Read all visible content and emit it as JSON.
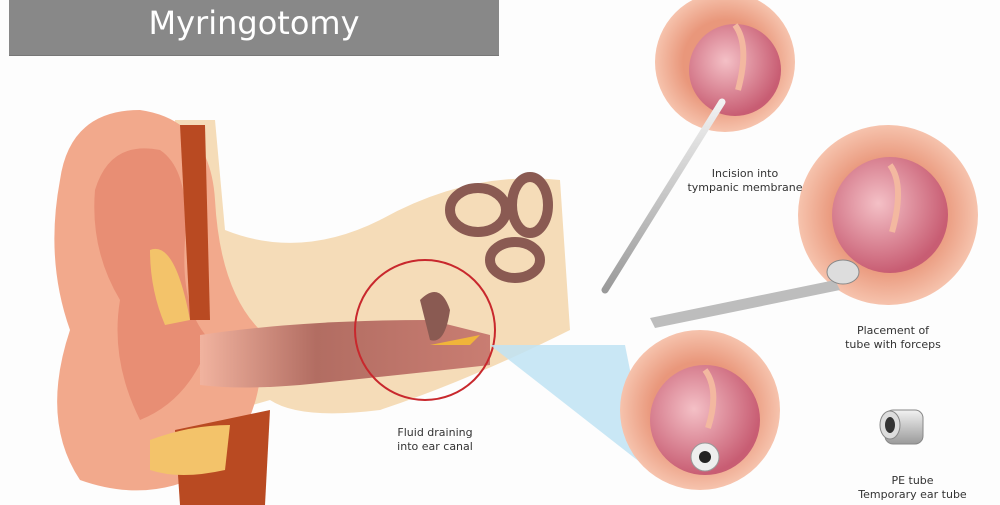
{
  "title": "Myringotomy",
  "labels": {
    "incision": [
      "Incision into",
      "tympanic membrane"
    ],
    "placement": [
      "Placement of",
      "tube with forceps"
    ],
    "fluid": [
      "Fluid draining",
      "into ear canal"
    ],
    "pe_tube": [
      "PE tube",
      "Temporary ear tube"
    ]
  },
  "colors": {
    "title_bg": "#888888",
    "skin": "#f2a98c",
    "eardrum": "#d97a8a",
    "highlight_circle": "#c8282d",
    "bone": "#f5dcb8",
    "callout": "#bfe3f3"
  }
}
